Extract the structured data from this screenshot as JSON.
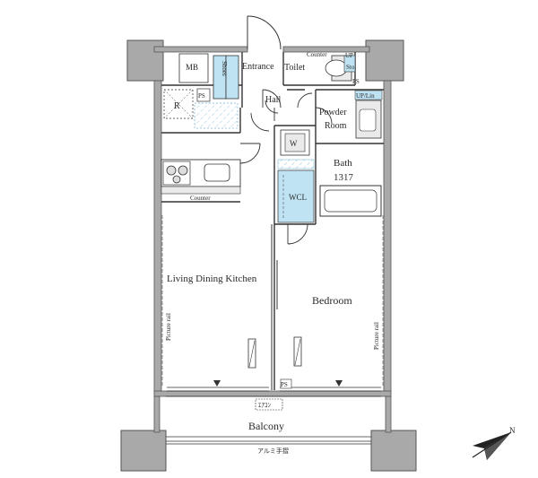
{
  "rooms": {
    "entrance": "Entrance",
    "shoes": "Shoes",
    "toilet": "Toilet",
    "counter_toilet": "Counter",
    "up_sto": [
      "UP",
      "Sto."
    ],
    "hall": "Hall",
    "powder_room": [
      "Powder",
      "Room"
    ],
    "up_lin": "UP/Lin",
    "bath": "Bath",
    "bath_size": "1317",
    "w": "W",
    "wcl": "WCL",
    "mb": "MB",
    "ps_upper": "PS",
    "ps_right": "PS",
    "ps_bottom": "PS",
    "r": "R",
    "counter_kitchen": "Counter",
    "ldk": "Living Dining Kitchen",
    "bedroom": "Bedroom",
    "picture_rail_left": "Picture rail",
    "picture_rail_right": "Picture rail",
    "balcony": "Balcony",
    "aircon_mark": "ｴｱｺﾝ",
    "handrail": "アルミ手摺",
    "north": "N"
  },
  "colors": {
    "wall": "#a9a9a9",
    "wall_outline": "#555555",
    "line": "#333333",
    "storage": "#bfe3f3",
    "fixture": "#eaeaea"
  }
}
